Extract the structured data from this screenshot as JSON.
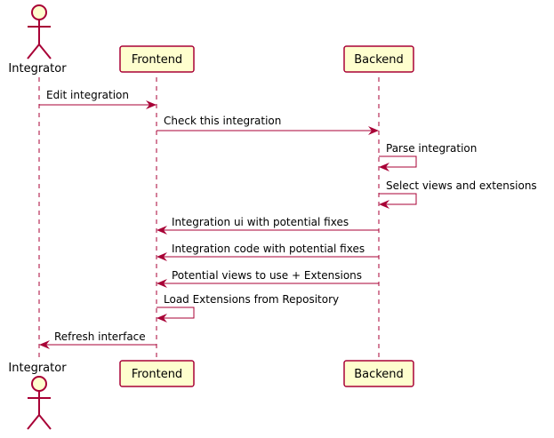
{
  "participants": [
    {
      "id": "integrator",
      "label": "Integrator",
      "kind": "actor"
    },
    {
      "id": "frontend",
      "label": "Frontend",
      "kind": "box"
    },
    {
      "id": "backend",
      "label": "Backend",
      "kind": "box"
    }
  ],
  "messages": [
    {
      "from": "integrator",
      "to": "frontend",
      "label": "Edit integration"
    },
    {
      "from": "frontend",
      "to": "backend",
      "label": "Check this integration"
    },
    {
      "from": "backend",
      "to": "backend",
      "label": "Parse integration"
    },
    {
      "from": "backend",
      "to": "backend",
      "label": "Select views and extensions"
    },
    {
      "from": "backend",
      "to": "frontend",
      "label": "Integration ui with potential fixes"
    },
    {
      "from": "backend",
      "to": "frontend",
      "label": "Integration code with potential fixes"
    },
    {
      "from": "backend",
      "to": "frontend",
      "label": "Potential views to use + Extensions"
    },
    {
      "from": "frontend",
      "to": "frontend",
      "label": "Load Extensions from Repository"
    },
    {
      "from": "frontend",
      "to": "integrator",
      "label": "Refresh interface"
    }
  ],
  "colors": {
    "line": "#a80036",
    "participant_fill": "#fefece",
    "text": "#000000"
  }
}
